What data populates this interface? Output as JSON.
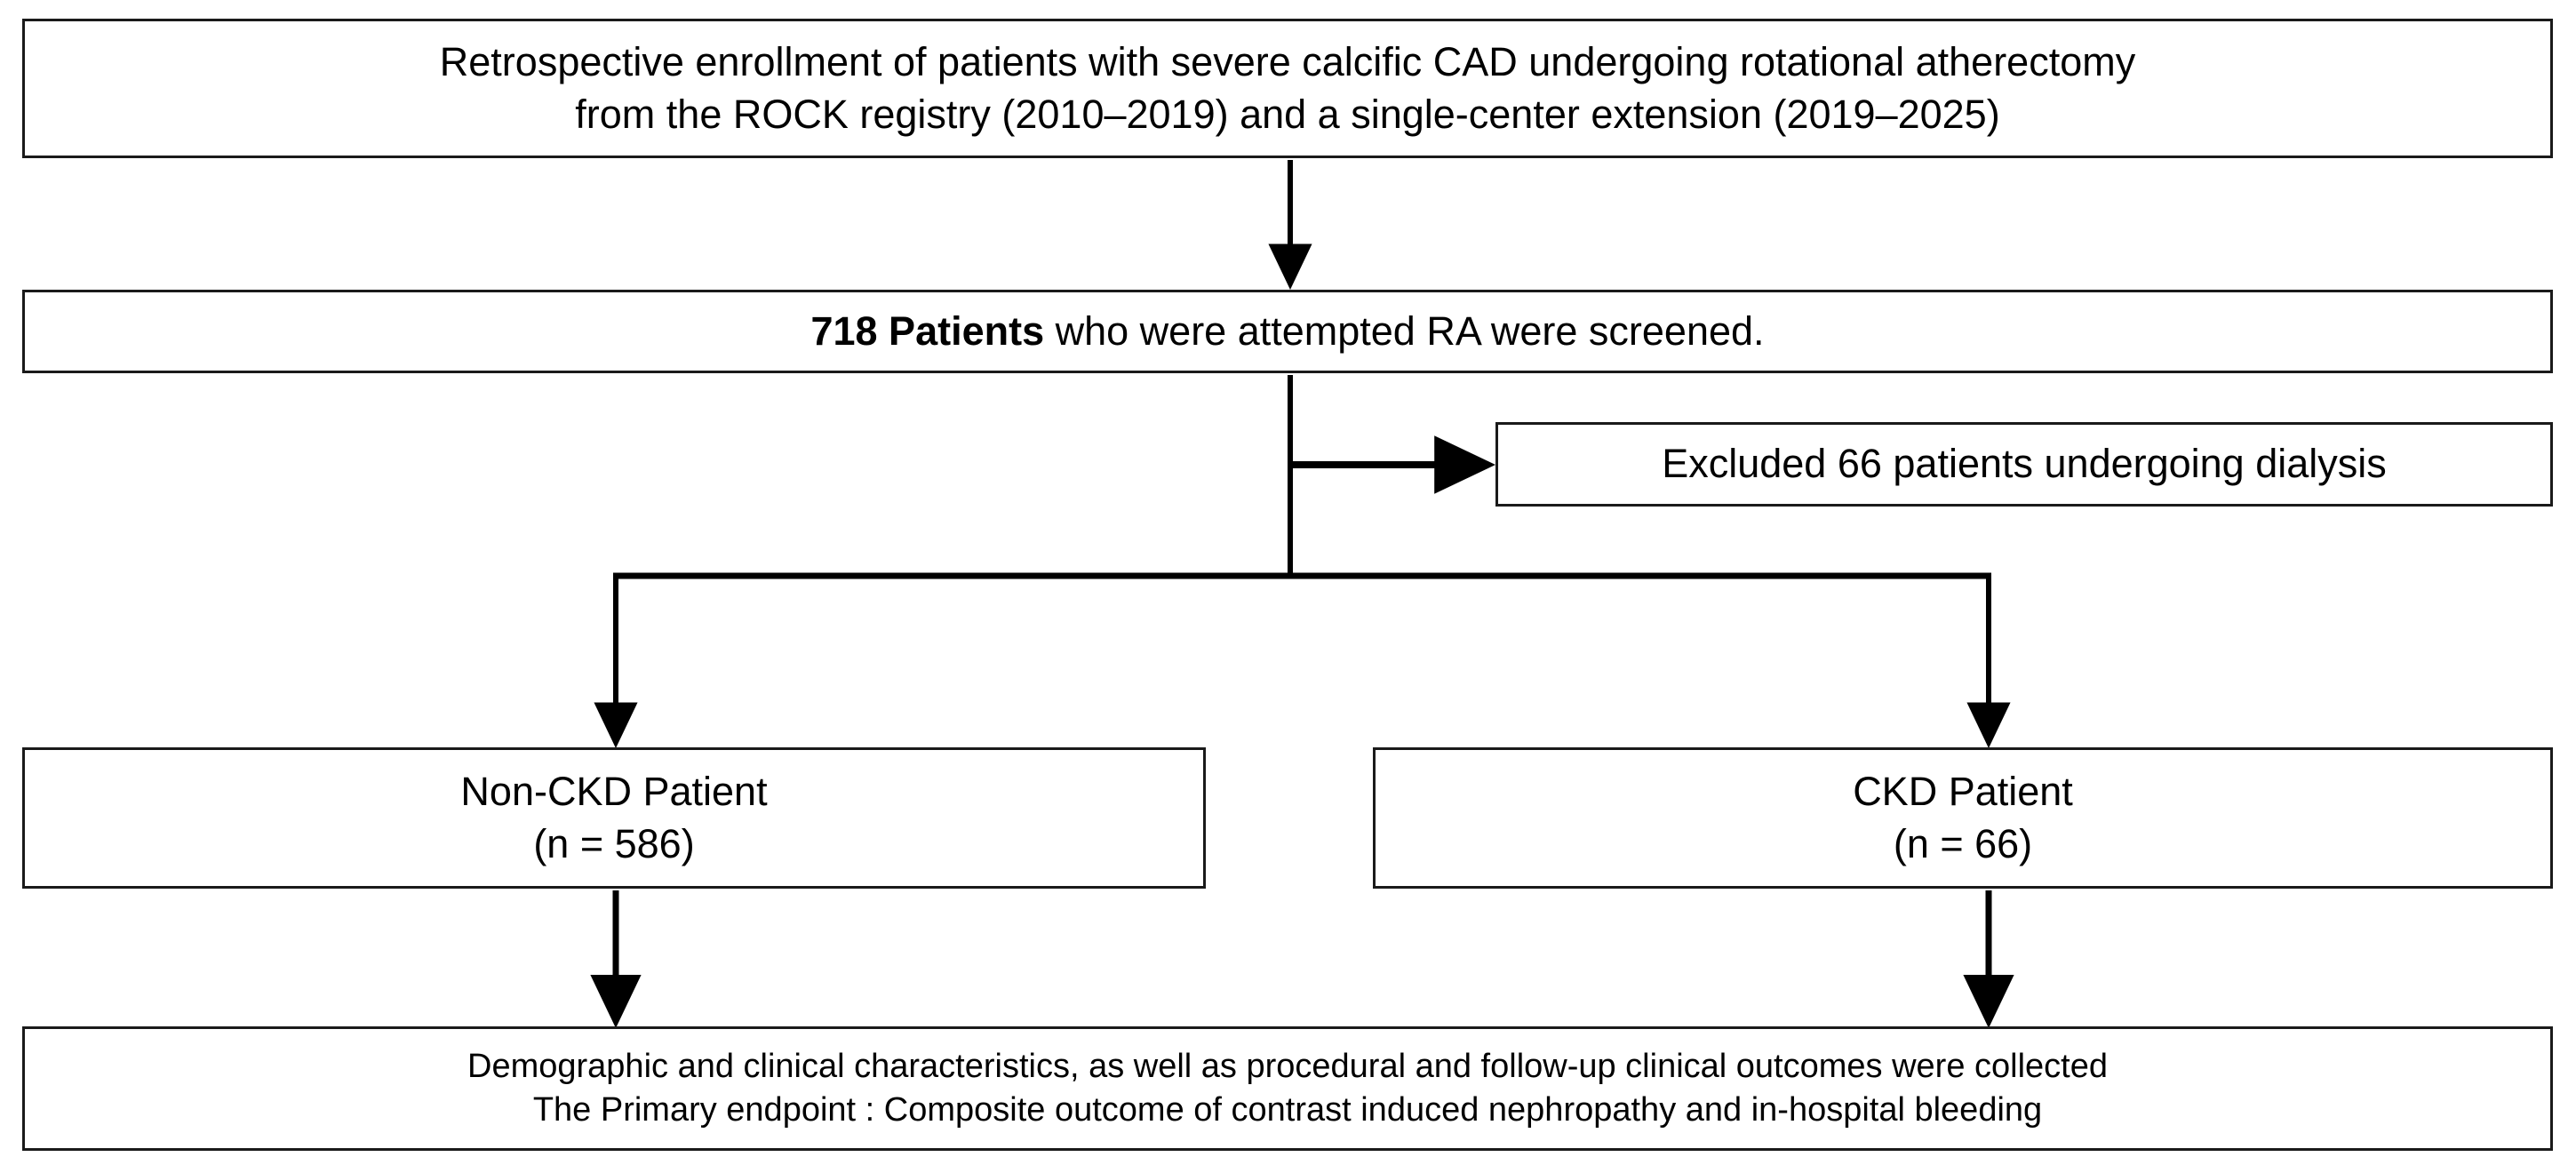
{
  "diagram": {
    "type": "study-flow-diagram",
    "title": "Study enrollment flow",
    "colors": {
      "box_border": "#1a1a1a",
      "box_fill": "#ffffff",
      "connector": "#000000",
      "text": "#000000",
      "background": "#ffffff"
    },
    "nodes": {
      "enrollment": {
        "id": "enrollment",
        "line1": "Retrospective enrollment of patients with severe calcific CAD undergoing rotational atherectomy",
        "line2": "from the ROCK registry (2010–2019) and a single-center extension (2019–2025)"
      },
      "screened": {
        "id": "screened",
        "bold_prefix": "718 Patients",
        "rest": " who were attempted RA were screened."
      },
      "excluded": {
        "id": "excluded",
        "text": "Excluded 66 patients undergoing dialysis",
        "count": 66
      },
      "non_ckd": {
        "id": "non-ckd",
        "label": "Non-CKD Patient",
        "count_text": "(n = 586)",
        "count": 586
      },
      "ckd": {
        "id": "ckd",
        "label": "CKD Patient",
        "count_text": "(n = 66)",
        "count": 66
      },
      "outcomes": {
        "id": "outcomes",
        "line1": "Demographic and clinical characteristics, as well as procedural and follow-up clinical outcomes were collected",
        "line2": "The Primary endpoint : Composite outcome of contrast induced nephropathy and in-hospital bleeding"
      }
    },
    "edges": [
      {
        "from": "enrollment",
        "to": "screened",
        "kind": "vertical-arrow"
      },
      {
        "from": "screened",
        "to": "excluded",
        "kind": "horizontal-branch-arrow"
      },
      {
        "from": "screened",
        "to": "non-ckd",
        "kind": "split-arrow-left"
      },
      {
        "from": "screened",
        "to": "ckd",
        "kind": "split-arrow-right"
      },
      {
        "from": "non-ckd",
        "to": "outcomes",
        "kind": "vertical-arrow"
      },
      {
        "from": "ckd",
        "to": "outcomes",
        "kind": "vertical-arrow"
      }
    ]
  }
}
